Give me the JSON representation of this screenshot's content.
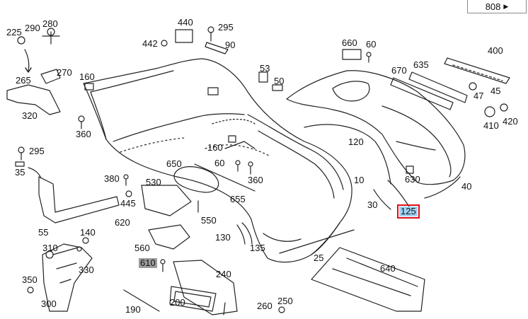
{
  "nav": {
    "page": "808",
    "arrow_icon": "triangle-right-icon"
  },
  "colors": {
    "selected_fill": "#9fd3f5",
    "selected_border": "#e0101a",
    "alt_fill": "#9c9c9c"
  },
  "labels": [
    {
      "id": "225",
      "text": "225"
    },
    {
      "id": "290",
      "text": "290"
    },
    {
      "id": "280",
      "text": "280"
    },
    {
      "id": "440",
      "text": "440"
    },
    {
      "id": "442",
      "text": "442"
    },
    {
      "id": "295a",
      "text": "295"
    },
    {
      "id": "90",
      "text": "90"
    },
    {
      "id": "660",
      "text": "660"
    },
    {
      "id": "60a",
      "text": "60"
    },
    {
      "id": "400",
      "text": "400"
    },
    {
      "id": "670",
      "text": "670"
    },
    {
      "id": "635",
      "text": "635"
    },
    {
      "id": "265",
      "text": "265"
    },
    {
      "id": "270",
      "text": "270"
    },
    {
      "id": "160a",
      "text": "160"
    },
    {
      "id": "53",
      "text": "53"
    },
    {
      "id": "50",
      "text": "50"
    },
    {
      "id": "47",
      "text": "47"
    },
    {
      "id": "45",
      "text": "45"
    },
    {
      "id": "320",
      "text": "320"
    },
    {
      "id": "410",
      "text": "410"
    },
    {
      "id": "420",
      "text": "420"
    },
    {
      "id": "360a",
      "text": "360"
    },
    {
      "id": "120",
      "text": "120"
    },
    {
      "id": "295b",
      "text": "295"
    },
    {
      "id": "160b",
      "text": "160"
    },
    {
      "id": "35",
      "text": "35"
    },
    {
      "id": "60b",
      "text": "60"
    },
    {
      "id": "650",
      "text": "650"
    },
    {
      "id": "380",
      "text": "380"
    },
    {
      "id": "360b",
      "text": "360"
    },
    {
      "id": "10",
      "text": "10"
    },
    {
      "id": "630",
      "text": "630"
    },
    {
      "id": "530",
      "text": "530"
    },
    {
      "id": "40",
      "text": "40"
    },
    {
      "id": "445",
      "text": "445"
    },
    {
      "id": "655",
      "text": "655"
    },
    {
      "id": "30",
      "text": "30"
    },
    {
      "id": "125",
      "text": "125"
    },
    {
      "id": "620",
      "text": "620"
    },
    {
      "id": "550",
      "text": "550"
    },
    {
      "id": "55",
      "text": "55"
    },
    {
      "id": "140",
      "text": "140"
    },
    {
      "id": "130",
      "text": "130"
    },
    {
      "id": "310",
      "text": "310"
    },
    {
      "id": "560",
      "text": "560"
    },
    {
      "id": "135",
      "text": "135"
    },
    {
      "id": "330",
      "text": "330"
    },
    {
      "id": "25",
      "text": "25"
    },
    {
      "id": "610",
      "text": "610"
    },
    {
      "id": "640",
      "text": "640"
    },
    {
      "id": "240",
      "text": "240"
    },
    {
      "id": "350",
      "text": "350"
    },
    {
      "id": "300",
      "text": "300"
    },
    {
      "id": "200",
      "text": "200"
    },
    {
      "id": "250",
      "text": "250"
    },
    {
      "id": "260",
      "text": "260"
    },
    {
      "id": "190",
      "text": "190"
    }
  ]
}
